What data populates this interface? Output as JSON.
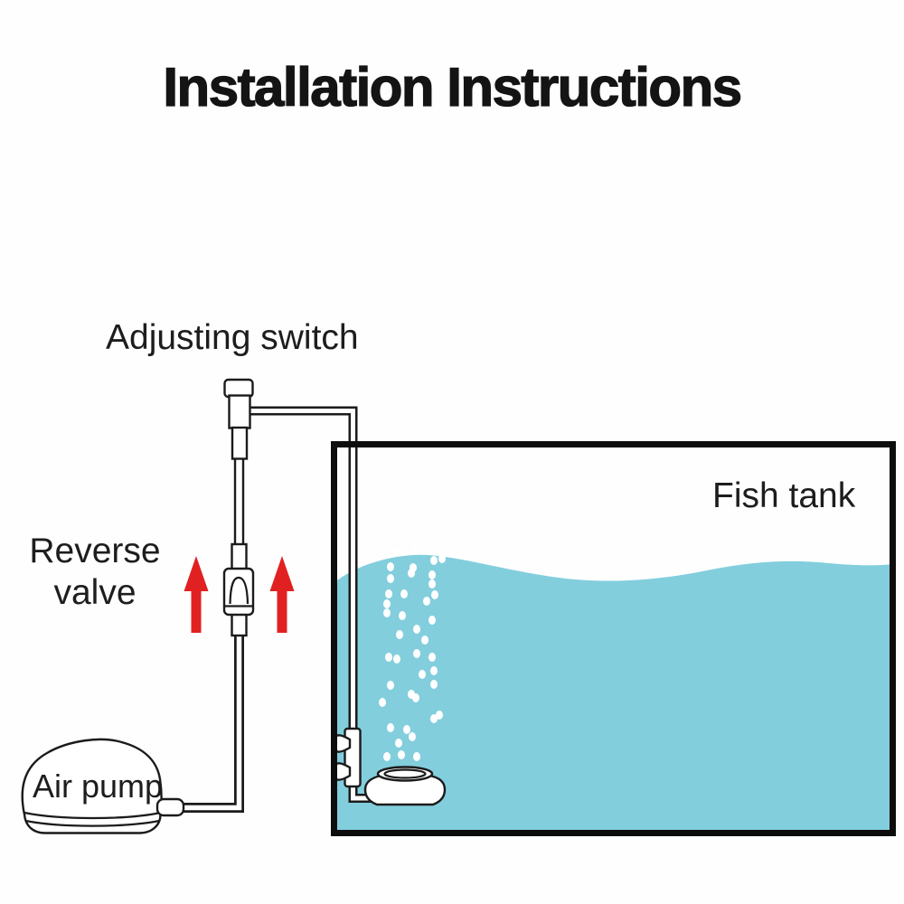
{
  "title": "Installation Instructions",
  "labels": {
    "adjusting_switch": "Adjusting switch",
    "reverse_valve": "Reverse valve",
    "reverse_valve_line1": "Reverse",
    "reverse_valve_line2": "valve",
    "air_pump": "Air pump",
    "fish_tank": "Fish tank"
  },
  "colors": {
    "water": "#82CEDD",
    "arrow_red": "#E12121",
    "line": "#1b1b1b",
    "background": "#fefefe",
    "text": "#1d1d1d"
  }
}
